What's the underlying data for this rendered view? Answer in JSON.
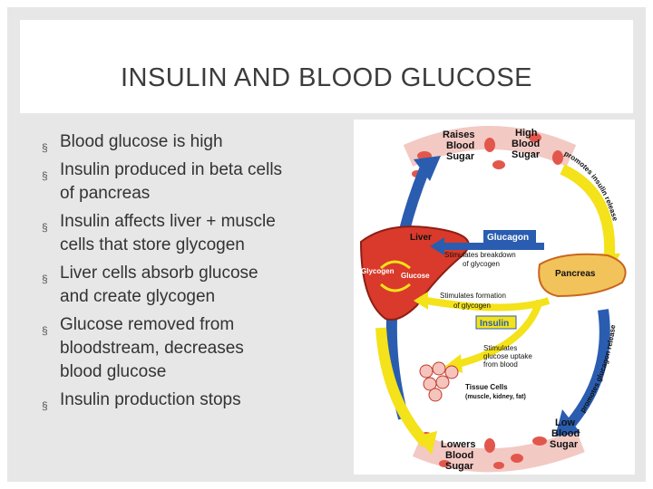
{
  "slide": {
    "title": "INSULIN AND BLOOD GLUCOSE",
    "bullets": [
      {
        "line1": "Blood glucose is high",
        "line2": "",
        "line3": ""
      },
      {
        "line1": "Insulin produced in beta cells",
        "line2": "of pancreas",
        "line3": ""
      },
      {
        "line1": "Insulin affects liver + muscle",
        "line2": "cells that store glycogen",
        "line3": ""
      },
      {
        "line1": "Liver cells absorb glucose",
        "line2": "and create glycogen",
        "line3": ""
      },
      {
        "line1": "Glucose removed from",
        "line2": "bloodstream, decreases",
        "line3": "blood glucose"
      },
      {
        "line1": "Insulin production stops",
        "line2": "",
        "line3": ""
      }
    ],
    "bullet_symbol": "§"
  },
  "diagram": {
    "raises": [
      "Raises",
      "Blood",
      "Sugar"
    ],
    "high": [
      "High",
      "Blood",
      "Sugar"
    ],
    "promotes_insulin": "promotes insulin release",
    "liver": "Liver",
    "glucagon": "Glucagon",
    "stim_breakdown": [
      "Stimulates breakdown",
      "of glycogen"
    ],
    "glycogen": "Glycogen",
    "glucose": "Glucose",
    "pancreas": "Pancreas",
    "stim_formation": [
      "Stimulates formation",
      "of glycogen"
    ],
    "insulin": "Insulin",
    "stim_uptake": [
      "Stimulates",
      "glucose uptake",
      "from blood"
    ],
    "promotes_glucagon": "promotes glucagon release",
    "tissue": [
      "Tissue Cells",
      "(muscle, kidney, fat)"
    ],
    "low": [
      "Low",
      "Blood",
      "Sugar"
    ],
    "lowers": [
      "Lowers",
      "Blood",
      "Sugar"
    ],
    "colors": {
      "artery": "#e23a2e",
      "arrow_yellow": "#f4e21a",
      "arrow_blue": "#2a5db0",
      "liver": "#d93a2b",
      "pancreas": "#f2c35a",
      "label_bg": "#2a5db0"
    }
  }
}
